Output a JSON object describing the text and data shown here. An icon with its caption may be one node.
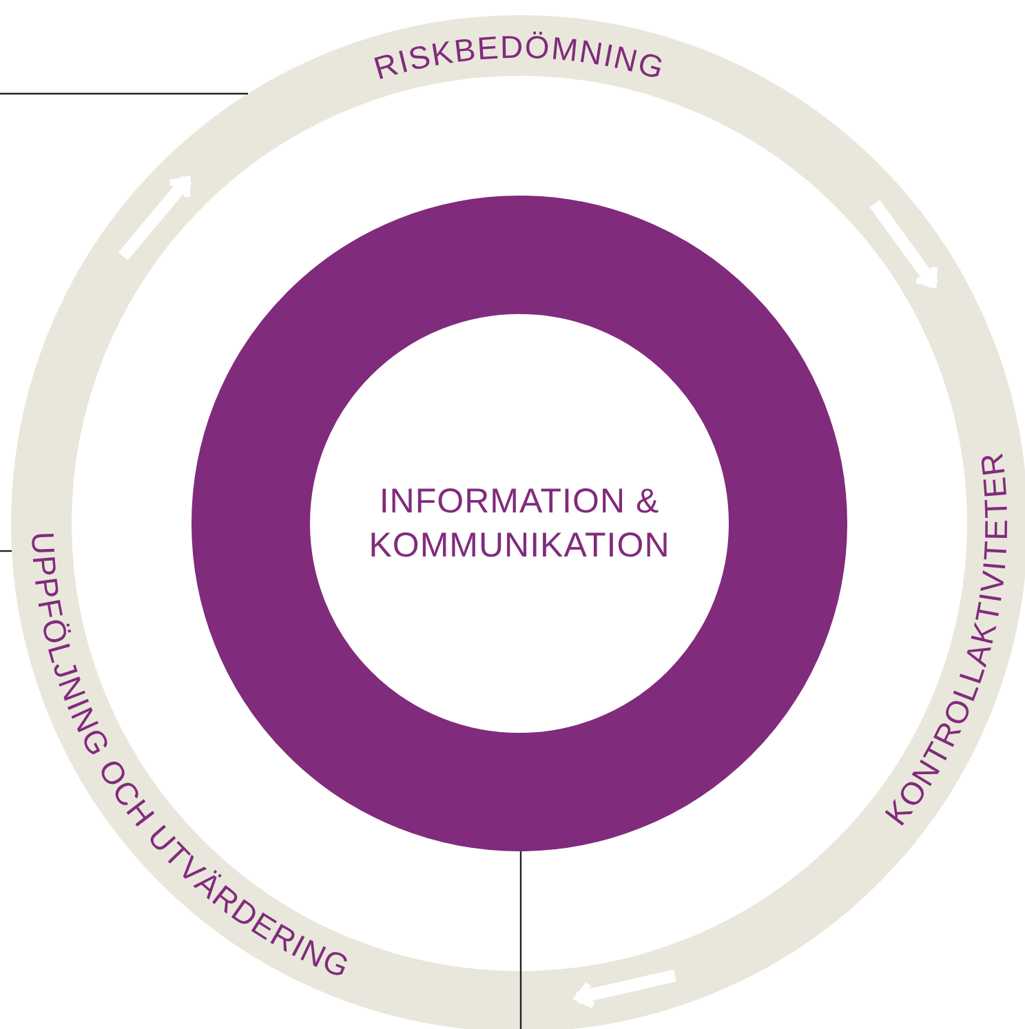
{
  "diagram": {
    "nodes": [
      {
        "text": [],
        "shape": "circle"
      },
      {
        "text": [
          "RISKBEDÖMNING"
        ],
        "in": 0
      },
      {
        "text": [
          "KONTROLLAKTIVITETER"
        ],
        "in": 0
      },
      {
        "text": [
          "UPPFÖLJNING OCH UTVÄRDERING"
        ],
        "in": 0
      },
      {
        "text": [
          "INFORMATION & KOMMUNIKATION"
        ],
        "in": 0
      }
    ],
    "edges": [
      {
        "from": null,
        "to": 0,
        "arrow": "none"
      },
      {
        "from": null,
        "to": 0,
        "arrow": "none"
      },
      {
        "from": 0,
        "to": 4,
        "arrow": "none"
      }
    ]
  }
}
